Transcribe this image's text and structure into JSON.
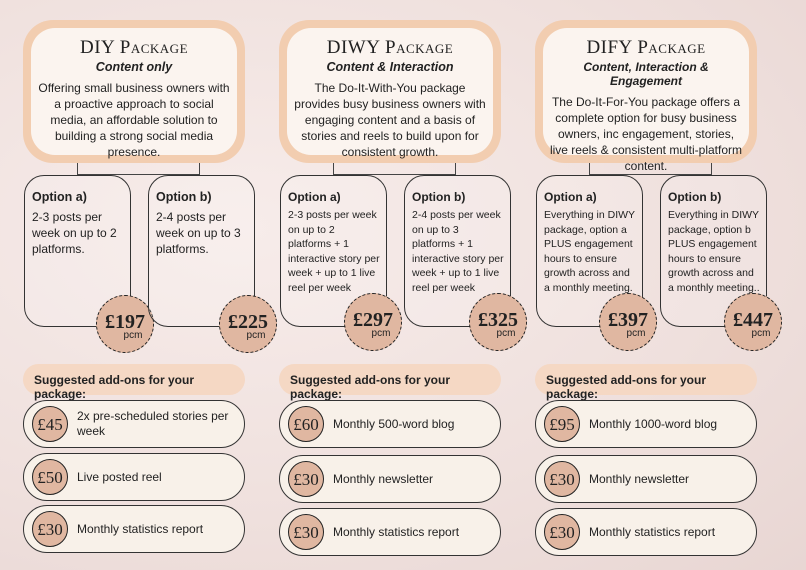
{
  "packages": [
    {
      "title": "DIY Package",
      "subtitle": "Content only",
      "description": "Offering small business owners with a proactive approach to social media, an affordable solution to building a strong social media presence.",
      "options": [
        {
          "heading": "Option a)",
          "text": "2-3 posts per week on up to 2 platforms.",
          "price": "£197",
          "unit": "pcm"
        },
        {
          "heading": "Option b)",
          "text": "2-4 posts per week on up to 3 platforms.",
          "price": "£225",
          "unit": "pcm"
        }
      ],
      "addons_label": "Suggested add-ons for your package:",
      "addons": [
        {
          "price": "£45",
          "label": "2x pre-scheduled stories per week"
        },
        {
          "price": "£50",
          "label": "Live posted reel"
        },
        {
          "price": "£30",
          "label": "Monthly statistics report"
        }
      ]
    },
    {
      "title": "DIWY Package",
      "subtitle": "Content & Interaction",
      "description": "The Do-It-With-You package provides busy business owners with engaging content and a basis of stories and reels to build upon for consistent growth.",
      "options": [
        {
          "heading": "Option a)",
          "text": "2-3 posts per week on up to 2 platforms + 1 interactive story per week + up to 1 live reel per week",
          "price": "£297",
          "unit": "pcm"
        },
        {
          "heading": "Option b)",
          "text": "2-4 posts per week on up to 3 platforms + 1 interactive story per week + up to 1 live reel per week",
          "price": "£325",
          "unit": "pcm"
        }
      ],
      "addons_label": "Suggested add-ons for your package:",
      "addons": [
        {
          "price": "£60",
          "label": "Monthly 500-word blog"
        },
        {
          "price": "£30",
          "label": "Monthly newsletter"
        },
        {
          "price": "£30",
          "label": "Monthly statistics report"
        }
      ]
    },
    {
      "title": "DIFY Package",
      "subtitle": "Content, Interaction & Engagement",
      "description": "The Do-It-For-You package offers a complete option for busy business owners, inc engagement, stories, live reels & consistent multi-platform content.",
      "options": [
        {
          "heading": "Option a)",
          "text": "Everything in DIWY package, option a PLUS engagement hours to ensure growth across and a monthly meeting.",
          "price": "£397",
          "unit": "pcm"
        },
        {
          "heading": "Option b)",
          "text": "Everything in DIWY package, option b PLUS engagement hours to ensure growth across and a monthly meeting..",
          "price": "£447",
          "unit": "pcm"
        }
      ],
      "addons_label": "Suggested add-ons for your package:",
      "addons": [
        {
          "price": "£95",
          "label": "Monthly 1000-word blog"
        },
        {
          "price": "£30",
          "label": "Monthly newsletter"
        },
        {
          "price": "£30",
          "label": "Monthly statistics report"
        }
      ]
    }
  ]
}
